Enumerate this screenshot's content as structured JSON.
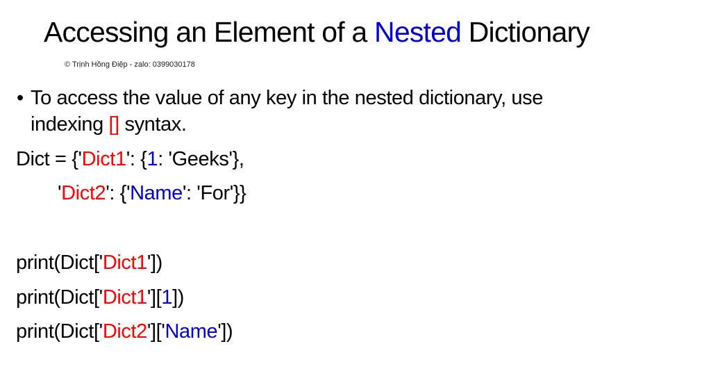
{
  "slide": {
    "title": {
      "before": "Accessing an Element of a ",
      "highlight": "Nested",
      "after": " Dictionary"
    },
    "copyright": "© Trịnh Hồng Điệp - zalo: 0399030178",
    "bullet": {
      "dot": "•",
      "line1": "To access the value of any key in the nested dictionary, use",
      "line2_before": "indexing ",
      "line2_highlight": "[]",
      "line2_after": " syntax."
    },
    "code": [
      {
        "segments": [
          {
            "text": "Dict = {'",
            "color": "default"
          },
          {
            "text": "Dict1",
            "color": "red"
          },
          {
            "text": "': {",
            "color": "default"
          },
          {
            "text": "1",
            "color": "blue"
          },
          {
            "text": ": 'Geeks'},",
            "color": "default"
          }
        ]
      },
      {
        "segments": [
          {
            "text": "'",
            "color": "default"
          },
          {
            "text": "Dict2",
            "color": "red"
          },
          {
            "text": "': {'",
            "color": "default"
          },
          {
            "text": "Name",
            "color": "blue"
          },
          {
            "text": "': 'For'}}",
            "color": "default"
          }
        ]
      },
      {
        "segments": [
          {
            "text": "print(Dict['",
            "color": "default"
          },
          {
            "text": "Dict1",
            "color": "red"
          },
          {
            "text": "'])",
            "color": "default"
          }
        ]
      },
      {
        "segments": [
          {
            "text": "print(Dict['",
            "color": "default"
          },
          {
            "text": "Dict1",
            "color": "red"
          },
          {
            "text": "'][",
            "color": "default"
          },
          {
            "text": "1",
            "color": "blue"
          },
          {
            "text": "])",
            "color": "default"
          }
        ]
      },
      {
        "segments": [
          {
            "text": "print(Dict['",
            "color": "default"
          },
          {
            "text": "Dict2",
            "color": "red"
          },
          {
            "text": "']['",
            "color": "default"
          },
          {
            "text": "Name",
            "color": "blue"
          },
          {
            "text": "'])",
            "color": "default"
          }
        ]
      }
    ]
  },
  "colors": {
    "text": "#000000",
    "red": "#ff0000",
    "blue": "#0000cc",
    "background": "#ffffff"
  }
}
